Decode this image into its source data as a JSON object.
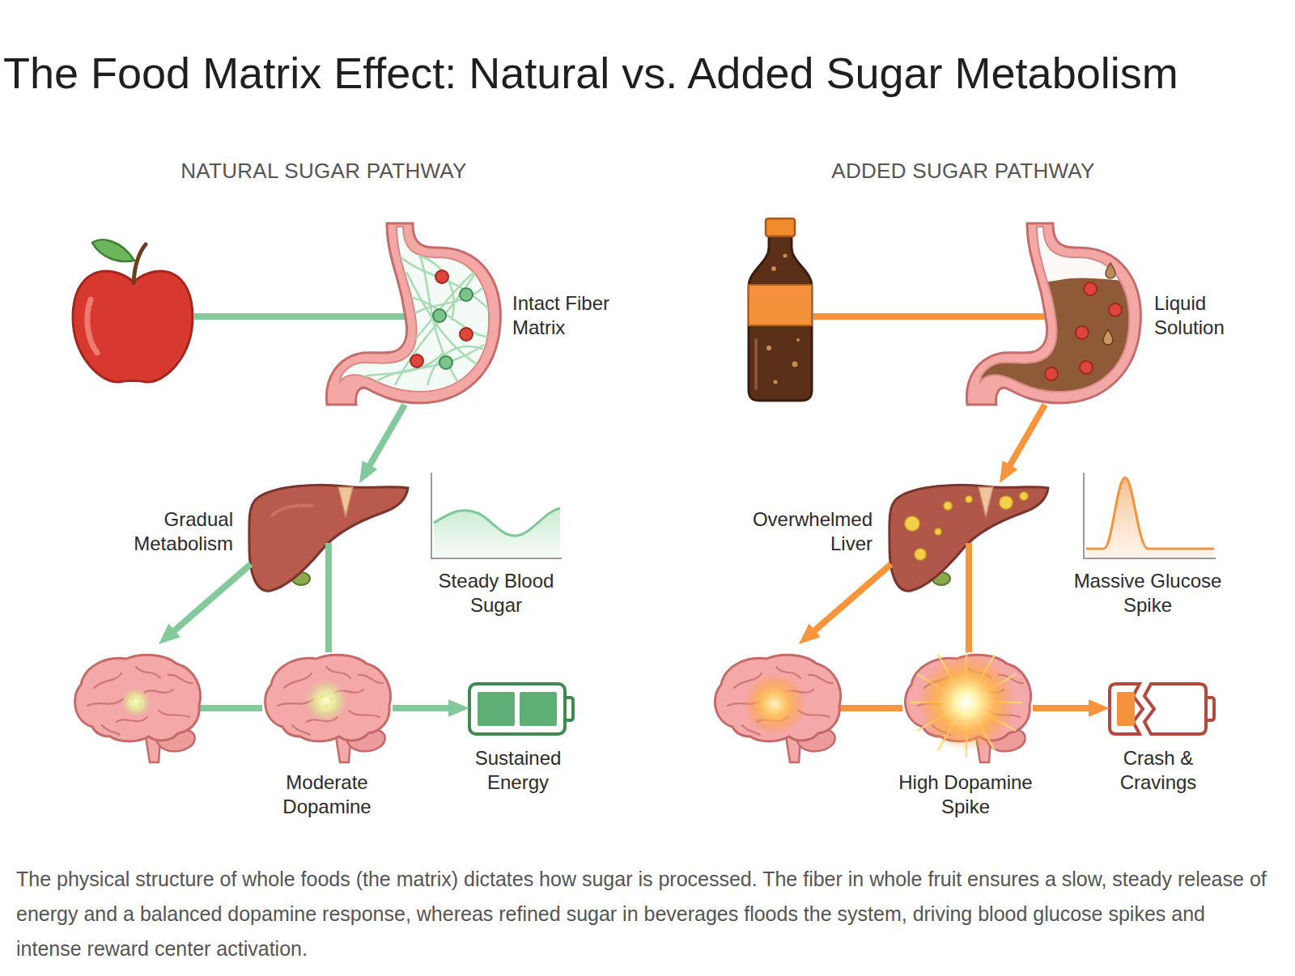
{
  "diagram": {
    "title": "The Food Matrix Effect: Natural vs. Added Sugar Metabolism",
    "caption": "The physical structure of whole foods (the matrix) dictates how sugar is processed. The fiber in whole fruit ensures a slow, steady release of energy and a balanced dopamine response, whereas refined sugar in beverages floods the system, driving blood glucose spikes and intense reward center activation.",
    "nodes": [
      {
        "text": [
          "Intact Fiber Matrix"
        ]
      },
      {
        "text": [
          "Gradual Metabolism"
        ]
      },
      {
        "text": [
          "Steady Blood Sugar"
        ]
      },
      {
        "text": [
          "Moderate Dopamine"
        ]
      },
      {
        "text": [
          "Sustained Energy"
        ]
      },
      {
        "text": [
          "Liquid Solution"
        ]
      },
      {
        "text": [
          "Overwhelmed Liver"
        ]
      },
      {
        "text": [
          "Massive Glucose Spike"
        ]
      },
      {
        "text": [
          "High Dopamine Spike"
        ]
      },
      {
        "text": [
          "Crash & Cravings"
        ]
      }
    ],
    "edges": [
      {
        "from": 0,
        "to": 1,
        "arrow": "to"
      },
      {
        "from": 1,
        "to": 3,
        "arrow": "none"
      },
      {
        "from": 3,
        "to": 4,
        "arrow": "to"
      },
      {
        "from": 5,
        "to": 6,
        "arrow": "to"
      },
      {
        "from": 6,
        "to": 8,
        "arrow": "none"
      },
      {
        "from": 8,
        "to": 9,
        "arrow": "to"
      }
    ],
    "labels": [
      "NATURAL SUGAR PATHWAY",
      "ADDED SUGAR PATHWAY"
    ]
  }
}
